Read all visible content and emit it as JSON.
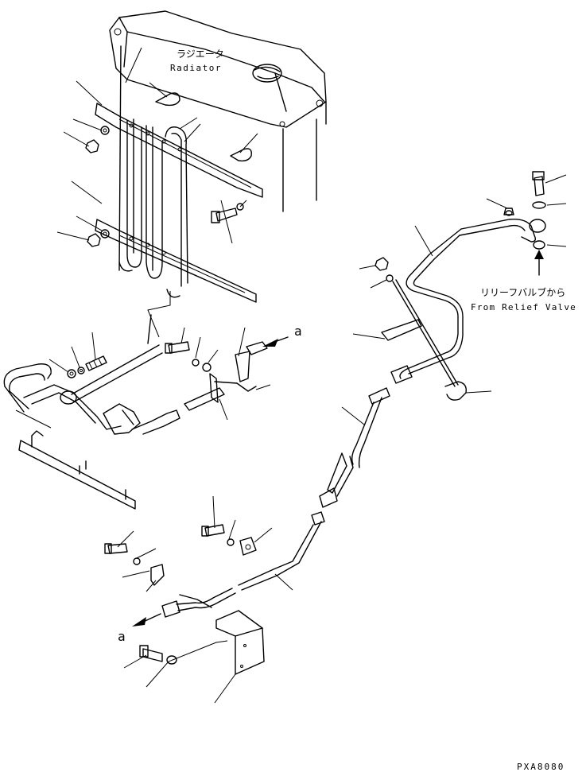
{
  "labels": {
    "radiator_jp": "ラジエータ",
    "radiator_en": "Radiator",
    "relief_jp": "リリーフバルブから",
    "relief_en": "From Relief Valve",
    "callout_a_top": "a",
    "callout_a_bottom": "a",
    "drawing_code": "PXA8080"
  }
}
